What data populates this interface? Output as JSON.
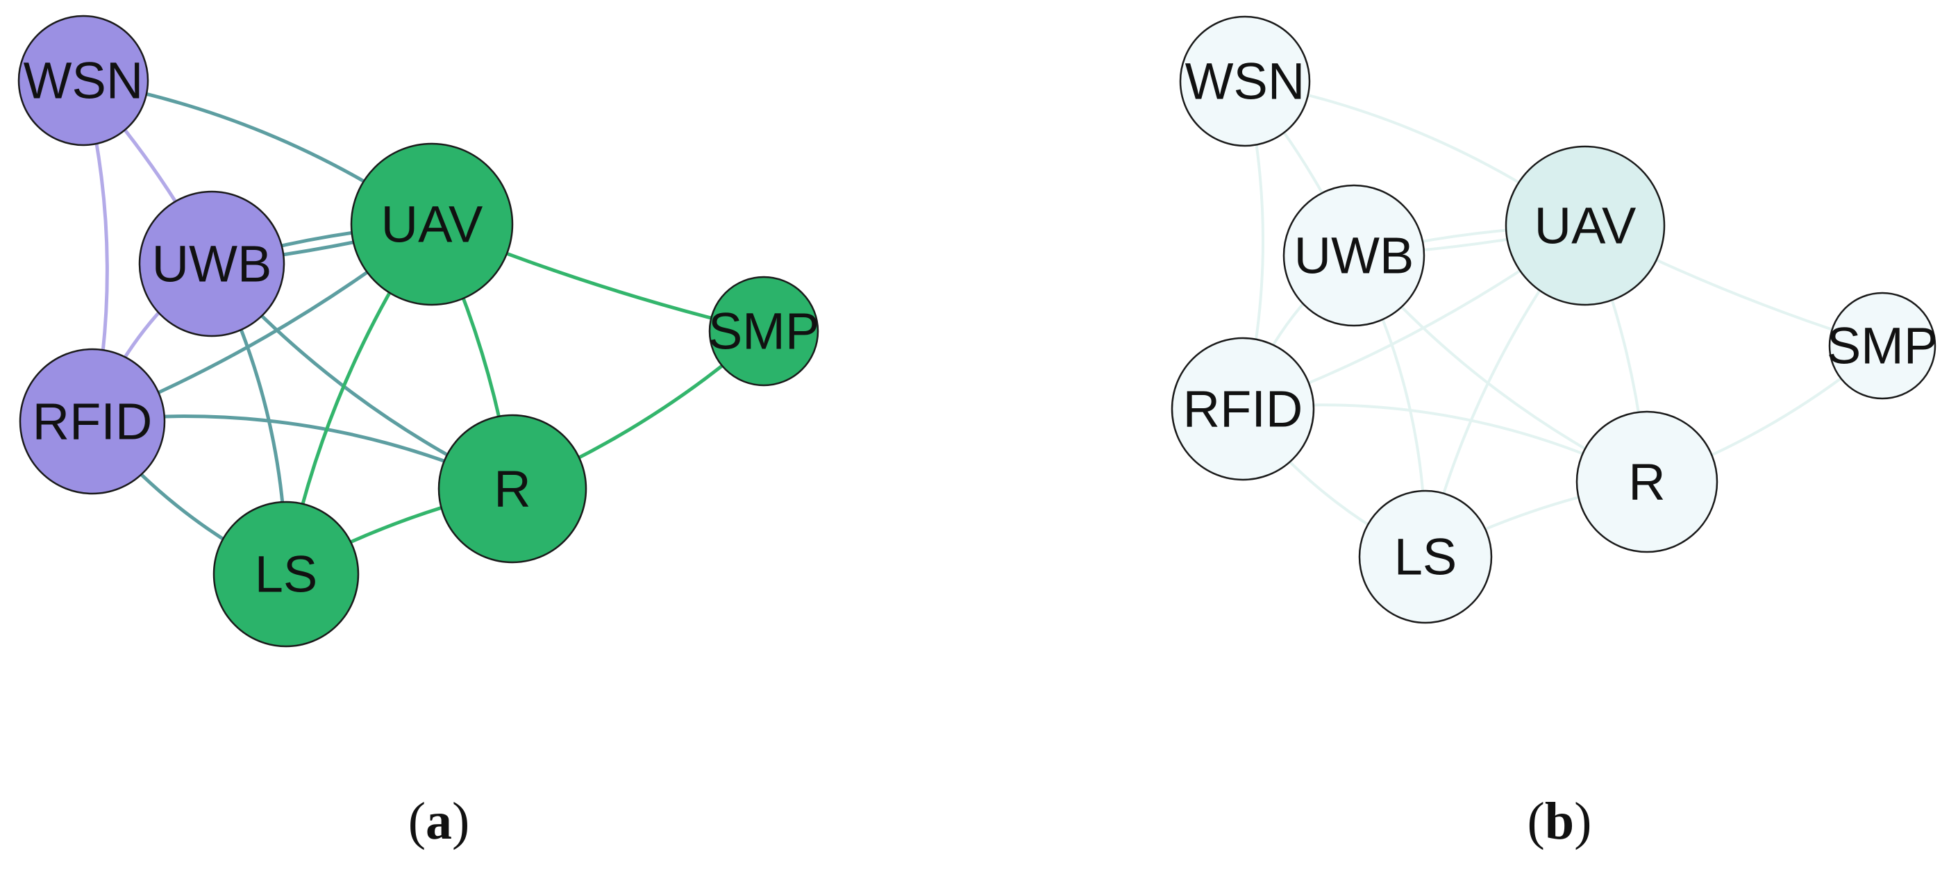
{
  "figure": {
    "panels": [
      {
        "id": "a",
        "caption": {
          "open": "(",
          "letter": "a",
          "close": ")"
        },
        "style": "colored",
        "nodes": [
          {
            "id": "WSN",
            "label": "WSN",
            "group": "purple"
          },
          {
            "id": "UWB",
            "label": "UWB",
            "group": "purple"
          },
          {
            "id": "RFID",
            "label": "RFID",
            "group": "purple"
          },
          {
            "id": "UAV",
            "label": "UAV",
            "group": "green"
          },
          {
            "id": "SMP",
            "label": "SMP",
            "group": "green"
          },
          {
            "id": "R",
            "label": "R",
            "group": "green"
          },
          {
            "id": "LS",
            "label": "LS",
            "group": "green"
          }
        ]
      },
      {
        "id": "b",
        "caption": {
          "open": "(",
          "letter": "b",
          "close": ")"
        },
        "style": "faded",
        "nodes": [
          {
            "id": "WSN",
            "label": "WSN"
          },
          {
            "id": "UWB",
            "label": "UWB"
          },
          {
            "id": "RFID",
            "label": "RFID"
          },
          {
            "id": "UAV",
            "label": "UAV"
          },
          {
            "id": "SMP",
            "label": "SMP"
          },
          {
            "id": "R",
            "label": "R"
          },
          {
            "id": "LS",
            "label": "LS"
          }
        ]
      }
    ],
    "edges": [
      {
        "source": "WSN",
        "target": "UWB",
        "type": "purple"
      },
      {
        "source": "WSN",
        "target": "RFID",
        "type": "purple"
      },
      {
        "source": "UWB",
        "target": "RFID",
        "type": "purple"
      },
      {
        "source": "WSN",
        "target": "UAV",
        "type": "teal"
      },
      {
        "source": "UWB",
        "target": "UAV",
        "type": "teal"
      },
      {
        "source": "UWB",
        "target": "UAV",
        "type": "teal"
      },
      {
        "source": "UWB",
        "target": "R",
        "type": "teal"
      },
      {
        "source": "UWB",
        "target": "LS",
        "type": "teal"
      },
      {
        "source": "RFID",
        "target": "UAV",
        "type": "teal"
      },
      {
        "source": "RFID",
        "target": "R",
        "type": "teal"
      },
      {
        "source": "RFID",
        "target": "LS",
        "type": "teal"
      },
      {
        "source": "UAV",
        "target": "SMP",
        "type": "green"
      },
      {
        "source": "UAV",
        "target": "R",
        "type": "green"
      },
      {
        "source": "UAV",
        "target": "LS",
        "type": "green"
      },
      {
        "source": "SMP",
        "target": "R",
        "type": "green"
      },
      {
        "source": "R",
        "target": "LS",
        "type": "green"
      }
    ],
    "colors": {
      "purple_node": "#9b90e3",
      "green_node": "#2bb36a",
      "purple_edge": "#b3aae8",
      "teal_edge": "#5d9ea1",
      "green_edge": "#33b56c",
      "faded_node_light": "#f1f9fb",
      "faded_node_dark": "#d9efee",
      "faded_edge": "#e3f3f1",
      "node_stroke": "#1a1a1a"
    }
  }
}
